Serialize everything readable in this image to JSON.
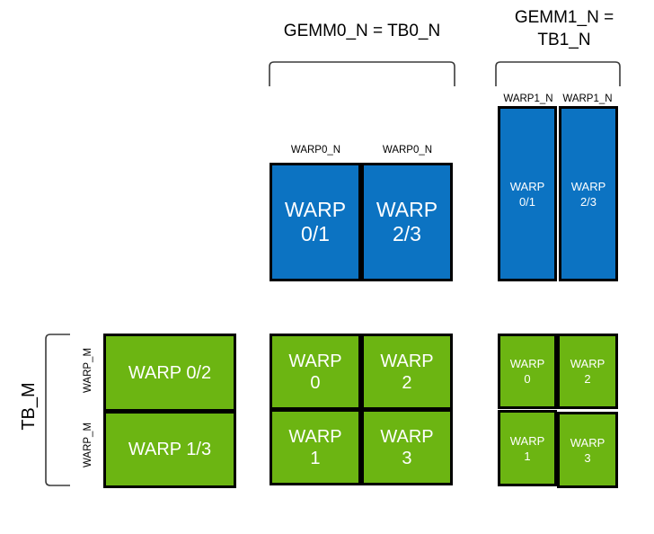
{
  "diagram": {
    "title_gemm0": "GEMM0_N = TB0_N",
    "title_gemm1": "GEMM1_N =\nTB1_N",
    "tb_m_label": "TB_M",
    "warp_m_label_top": "WARP_M",
    "warp_m_label_bottom": "WARP_M",
    "warp0_n_label_left": "WARP0_N",
    "warp0_n_label_right": "WARP0_N",
    "warp1_n_label_left": "WARP1_N",
    "warp1_n_label_right": "WARP1_N",
    "colors": {
      "blue": "#0c73c2",
      "green": "#6cb512",
      "border": "#000000",
      "bracket": "#3b3b3b",
      "text_on_fill": "#ffffff",
      "label_text": "#000000",
      "background": "#ffffff"
    },
    "blue_gemm0": {
      "cells": [
        {
          "text": "WARP\n0/1"
        },
        {
          "text": "WARP\n2/3"
        }
      ]
    },
    "blue_gemm1": {
      "cells": [
        {
          "text": "WARP\n0/1"
        },
        {
          "text": "WARP\n2/3"
        }
      ]
    },
    "green_left": {
      "cells": [
        {
          "text": "WARP 0/2"
        },
        {
          "text": "WARP 1/3"
        }
      ]
    },
    "green_gemm0": {
      "cells": [
        {
          "text": "WARP\n0"
        },
        {
          "text": "WARP\n2"
        },
        {
          "text": "WARP\n1"
        },
        {
          "text": "WARP\n3"
        }
      ]
    },
    "green_gemm1": {
      "cells": [
        {
          "text": "WARP\n0"
        },
        {
          "text": "WARP\n2"
        },
        {
          "text": "WARP\n1"
        },
        {
          "text": "WARP\n3"
        }
      ]
    }
  }
}
